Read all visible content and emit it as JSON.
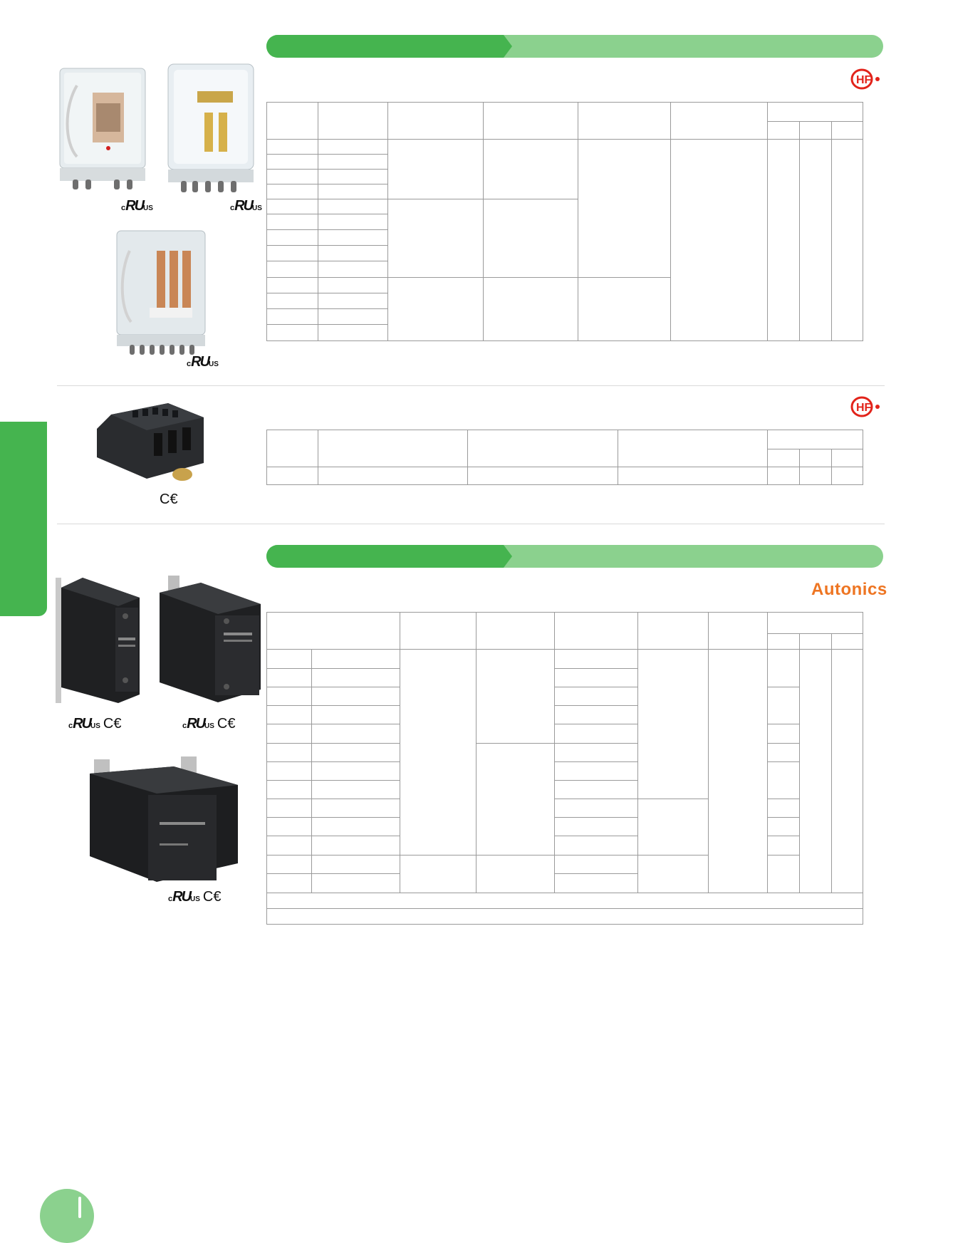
{
  "brands": {
    "hf_logo_label": "HF",
    "autonics_label": "Autonics"
  },
  "certifications": {
    "ul_c": "c",
    "ul_mark": "RU",
    "ul_us": "US",
    "ce_mark": "C€"
  },
  "colors": {
    "accent_dark": "#45b44f",
    "accent_light": "#8bd18e",
    "hf_red": "#e2231a",
    "autonics_orange": "#ee7522"
  },
  "images": {
    "relay_clear_1": "relay-photo",
    "relay_clear_2": "relay-photo",
    "relay_clear_3": "relay-photo",
    "relay_socket": "socket-photo",
    "ssr_1": "solid-state-relay-photo",
    "ssr_2": "solid-state-relay-photo",
    "ssr_3": "solid-state-relay-photo"
  }
}
